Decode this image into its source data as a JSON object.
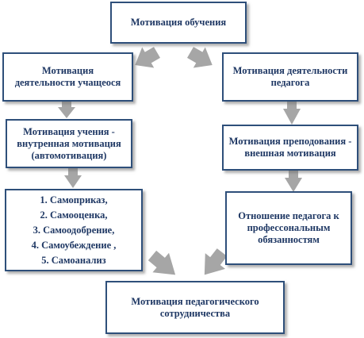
{
  "top": {
    "lines": [
      "Мотивация обучения"
    ]
  },
  "left_1": {
    "lines": [
      "Мотивация",
      "деятельности учащеося"
    ]
  },
  "right_1": {
    "lines": [
      "Мотивация деятельности",
      "педагога"
    ]
  },
  "left_2": {
    "lines": [
      "Мотивация учения -",
      "внутренная мотивация",
      "(автомотивация)"
    ]
  },
  "right_2": {
    "lines": [
      "Мотивация преподования -",
      "внешная мотивация"
    ]
  },
  "left_list": {
    "items": [
      "1. Самоприказ,",
      "2. Самооценка,",
      "3. Самоодобрение,",
      "4. Самоубеждение ,",
      "5. Самоанализ"
    ]
  },
  "right_3": {
    "lines": [
      "Отношение педагога к",
      "профессональным",
      "обязанностям"
    ]
  },
  "bottom": {
    "lines": [
      "Мотивация педагогического",
      "сотрудничества"
    ]
  },
  "colors": {
    "box_border": "#2e4f7a",
    "box_text": "#1f3864",
    "arrow_fill": "#a6a6a6"
  }
}
